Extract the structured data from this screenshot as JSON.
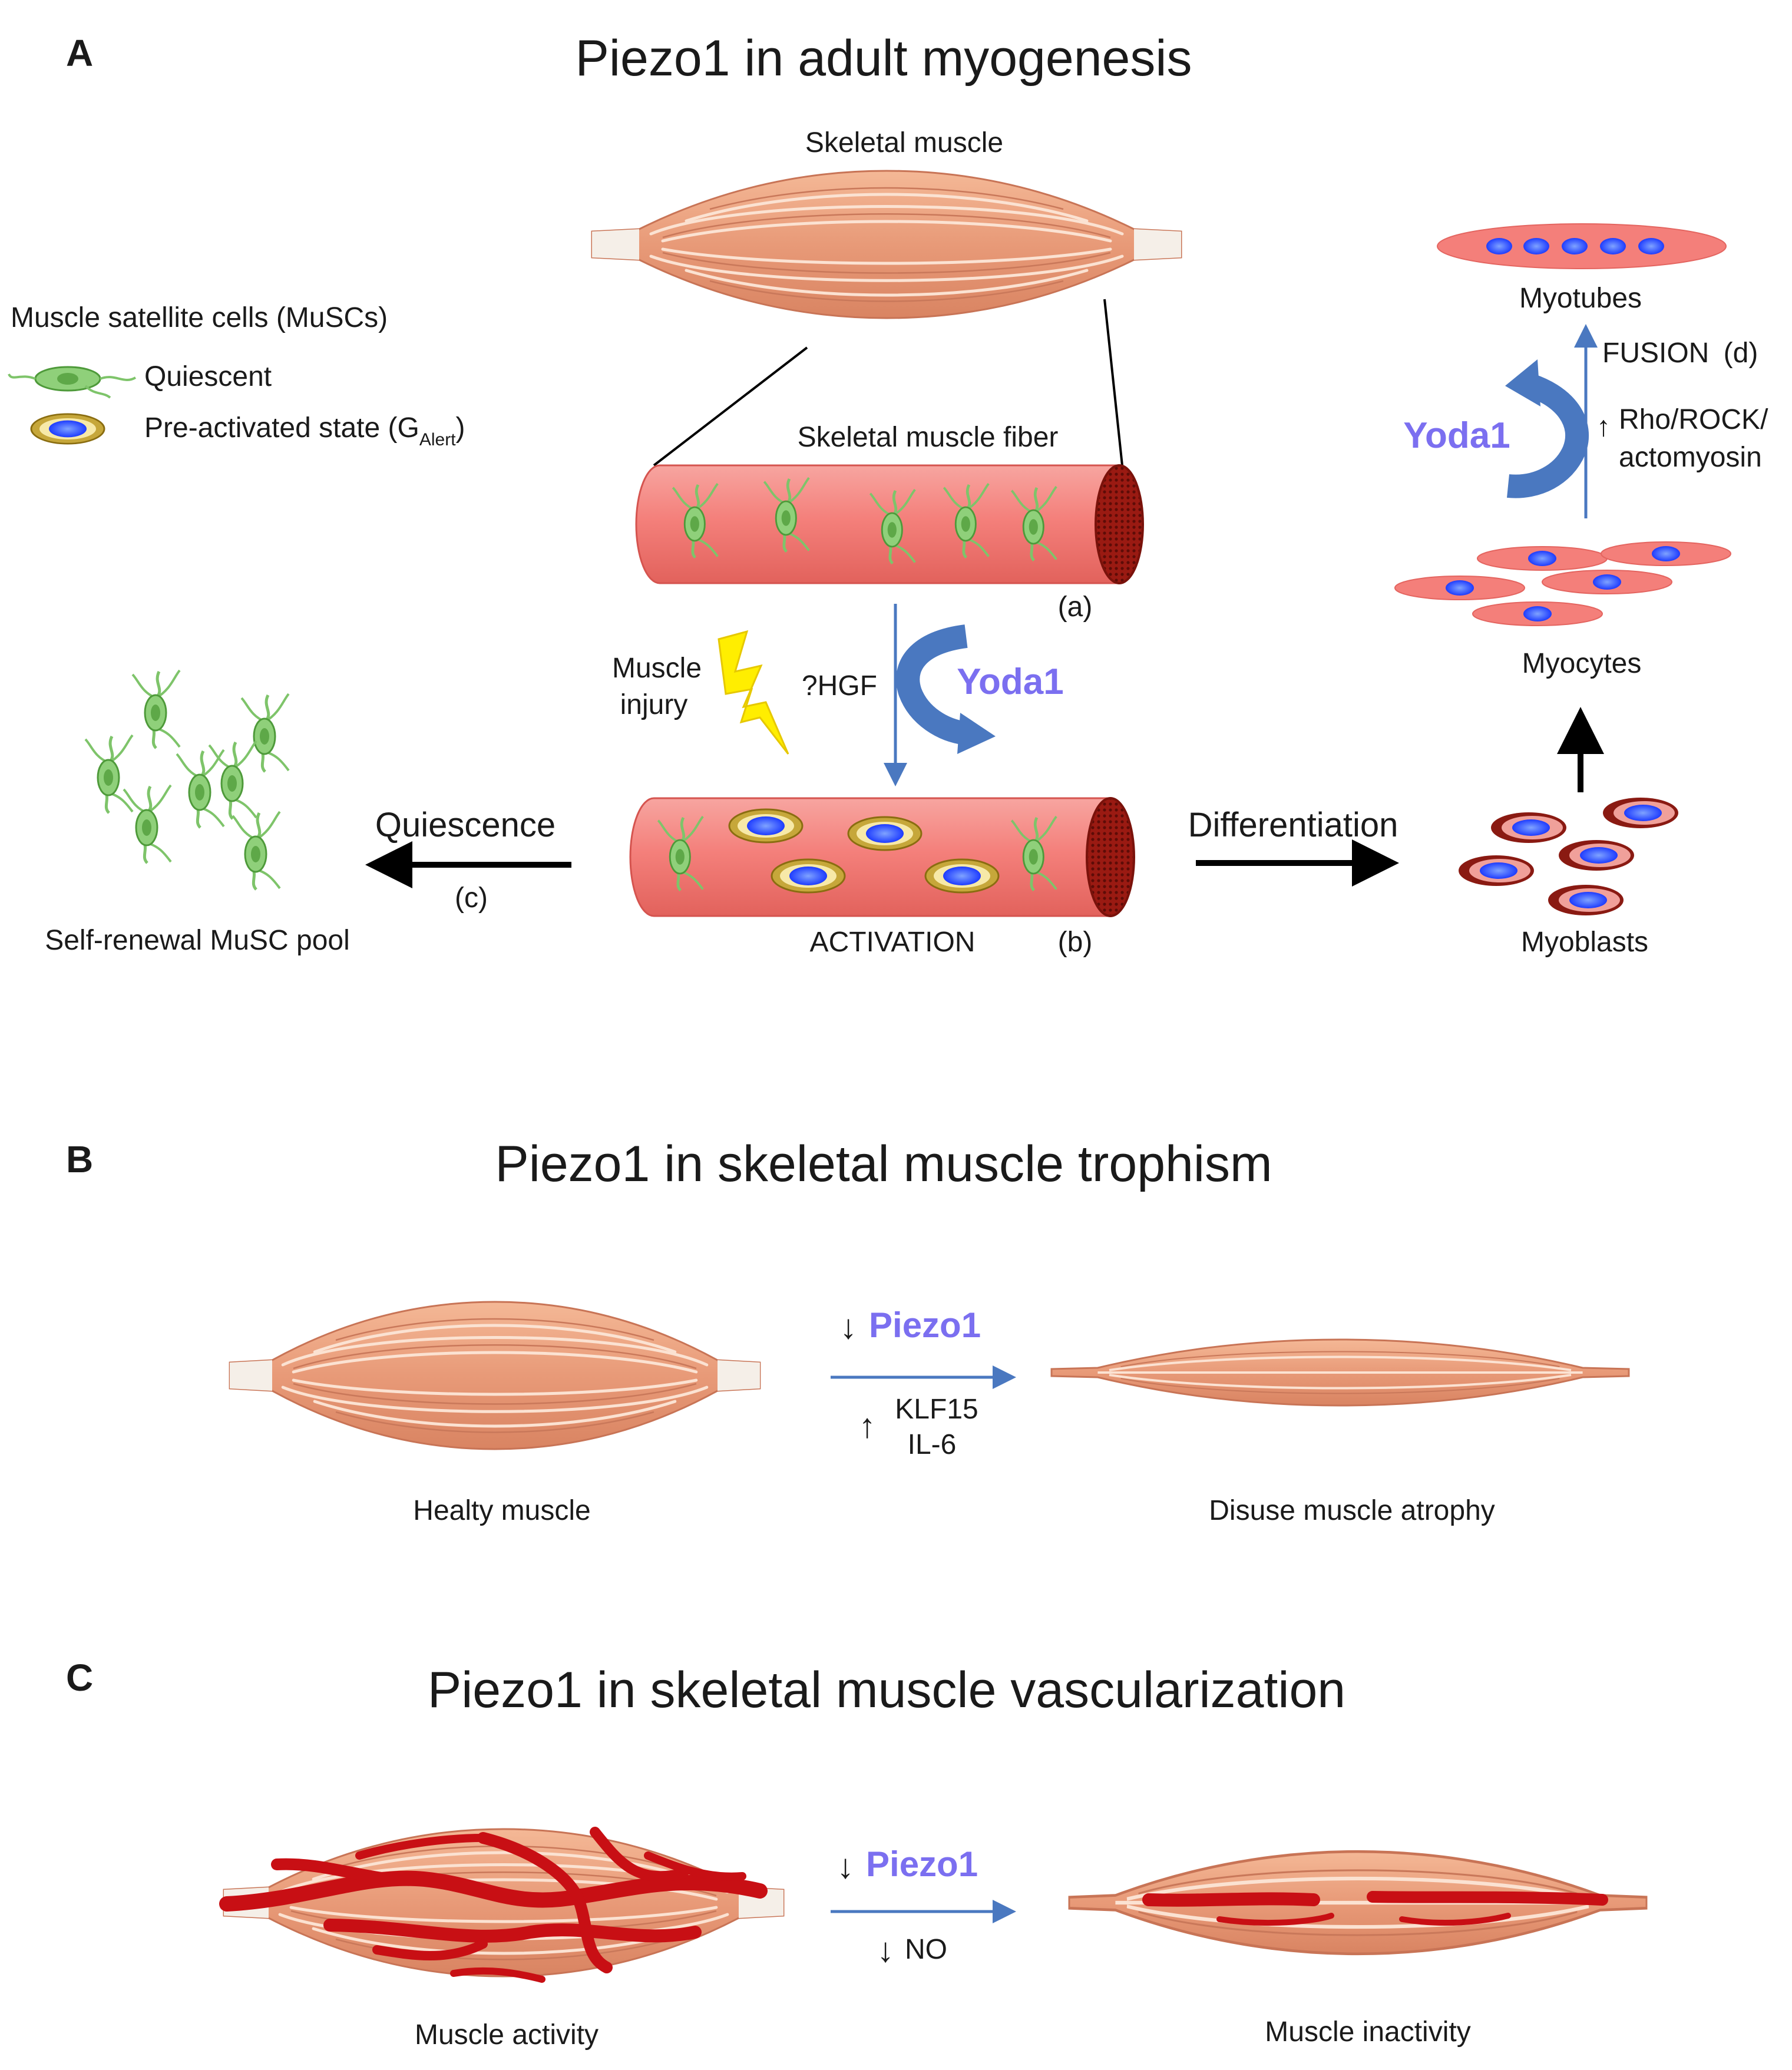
{
  "panels": {
    "A": {
      "letter": "A",
      "title": "Piezo1 in adult myogenesis",
      "skeletal_muscle": "Skeletal muscle",
      "legend_title": "Muscle satellite cells (MuSCs)",
      "legend_quiescent": "Quiescent",
      "legend_preactivated": "Pre-activated state (G",
      "legend_preactivated_sub": "Alert",
      "legend_preactivated_end": ")",
      "fiber_label": "Skeletal muscle fiber",
      "tag_a": "(a)",
      "injury_line1": "Muscle",
      "injury_line2": "injury",
      "hgf": "?HGF",
      "yoda1": "Yoda1",
      "quiescence": "Quiescence",
      "tag_c": "(c)",
      "pool": "Self-renewal MuSC pool",
      "activation": "ACTIVATION",
      "tag_b": "(b)",
      "differentiation": "Differentiation",
      "myoblasts": "Myoblasts",
      "myocytes": "Myocytes",
      "myotubes": "Myotubes",
      "fusion": "FUSION",
      "tag_d": "(d)",
      "rho_line1": "Rho/ROCK/",
      "rho_line2": "actomyosin",
      "yoda1_right": "Yoda1"
    },
    "B": {
      "letter": "B",
      "title": "Piezo1 in skeletal muscle trophism",
      "piezo": "Piezo1",
      "klf": "KLF15",
      "il6": "IL-6",
      "left_caption": "Healty muscle",
      "right_caption": "Disuse muscle atrophy"
    },
    "C": {
      "letter": "C",
      "title": "Piezo1 in skeletal muscle vascularization",
      "piezo": "Piezo1",
      "no": "NO",
      "left_caption": "Muscle activity",
      "right_caption": "Muscle inactivity"
    }
  },
  "symbols": {
    "down": "↓",
    "up": "↑"
  },
  "colors": {
    "muscle": "#e8a07e",
    "fiber": "#f0736f",
    "vessel": "#c80f14",
    "arrow_blue": "#4a78c0",
    "yoda": "#7b6ff0",
    "cell_green": "#7ec46a",
    "nucleus": "#1e3cff"
  }
}
